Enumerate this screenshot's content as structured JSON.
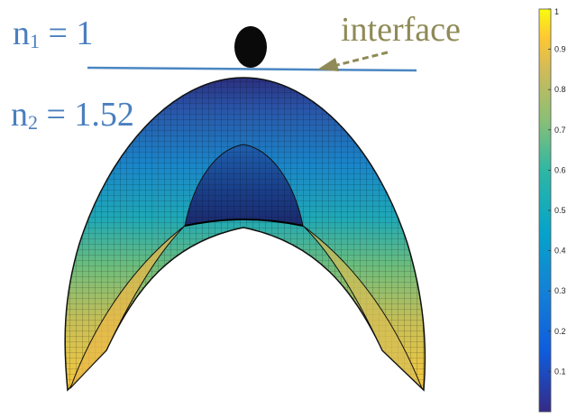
{
  "labels": {
    "n1": {
      "symbol": "n",
      "subscript": "1",
      "value": "= 1"
    },
    "n2": {
      "symbol": "n",
      "subscript": "2",
      "value": "= 1.52"
    },
    "interface": "interface"
  },
  "colors": {
    "label_blue": "#4a7fbf",
    "interface_line": "#4a86c2",
    "arrow_olive": "#8f8a57",
    "eye_black": "#0a0a0a"
  },
  "colorbar": {
    "colormap": "parula",
    "range": [
      0,
      1
    ],
    "ticks": [
      "0.1",
      "0.2",
      "0.3",
      "0.4",
      "0.5",
      "0.6",
      "0.7",
      "0.8",
      "0.9",
      "1"
    ]
  }
}
